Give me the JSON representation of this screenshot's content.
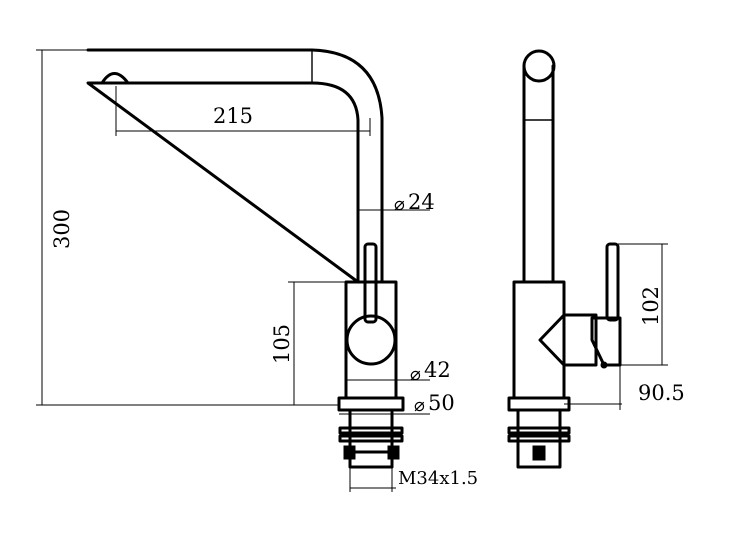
{
  "dimensions": {
    "spout_reach": "215",
    "total_height": "300",
    "spout_diameter": "24",
    "body_height": "105",
    "body_diameter": "42",
    "base_diameter": "50",
    "thread": "M34x1.5",
    "handle_height": "102",
    "handle_projection": "90.5"
  },
  "symbols": {
    "diameter": "⌀"
  }
}
